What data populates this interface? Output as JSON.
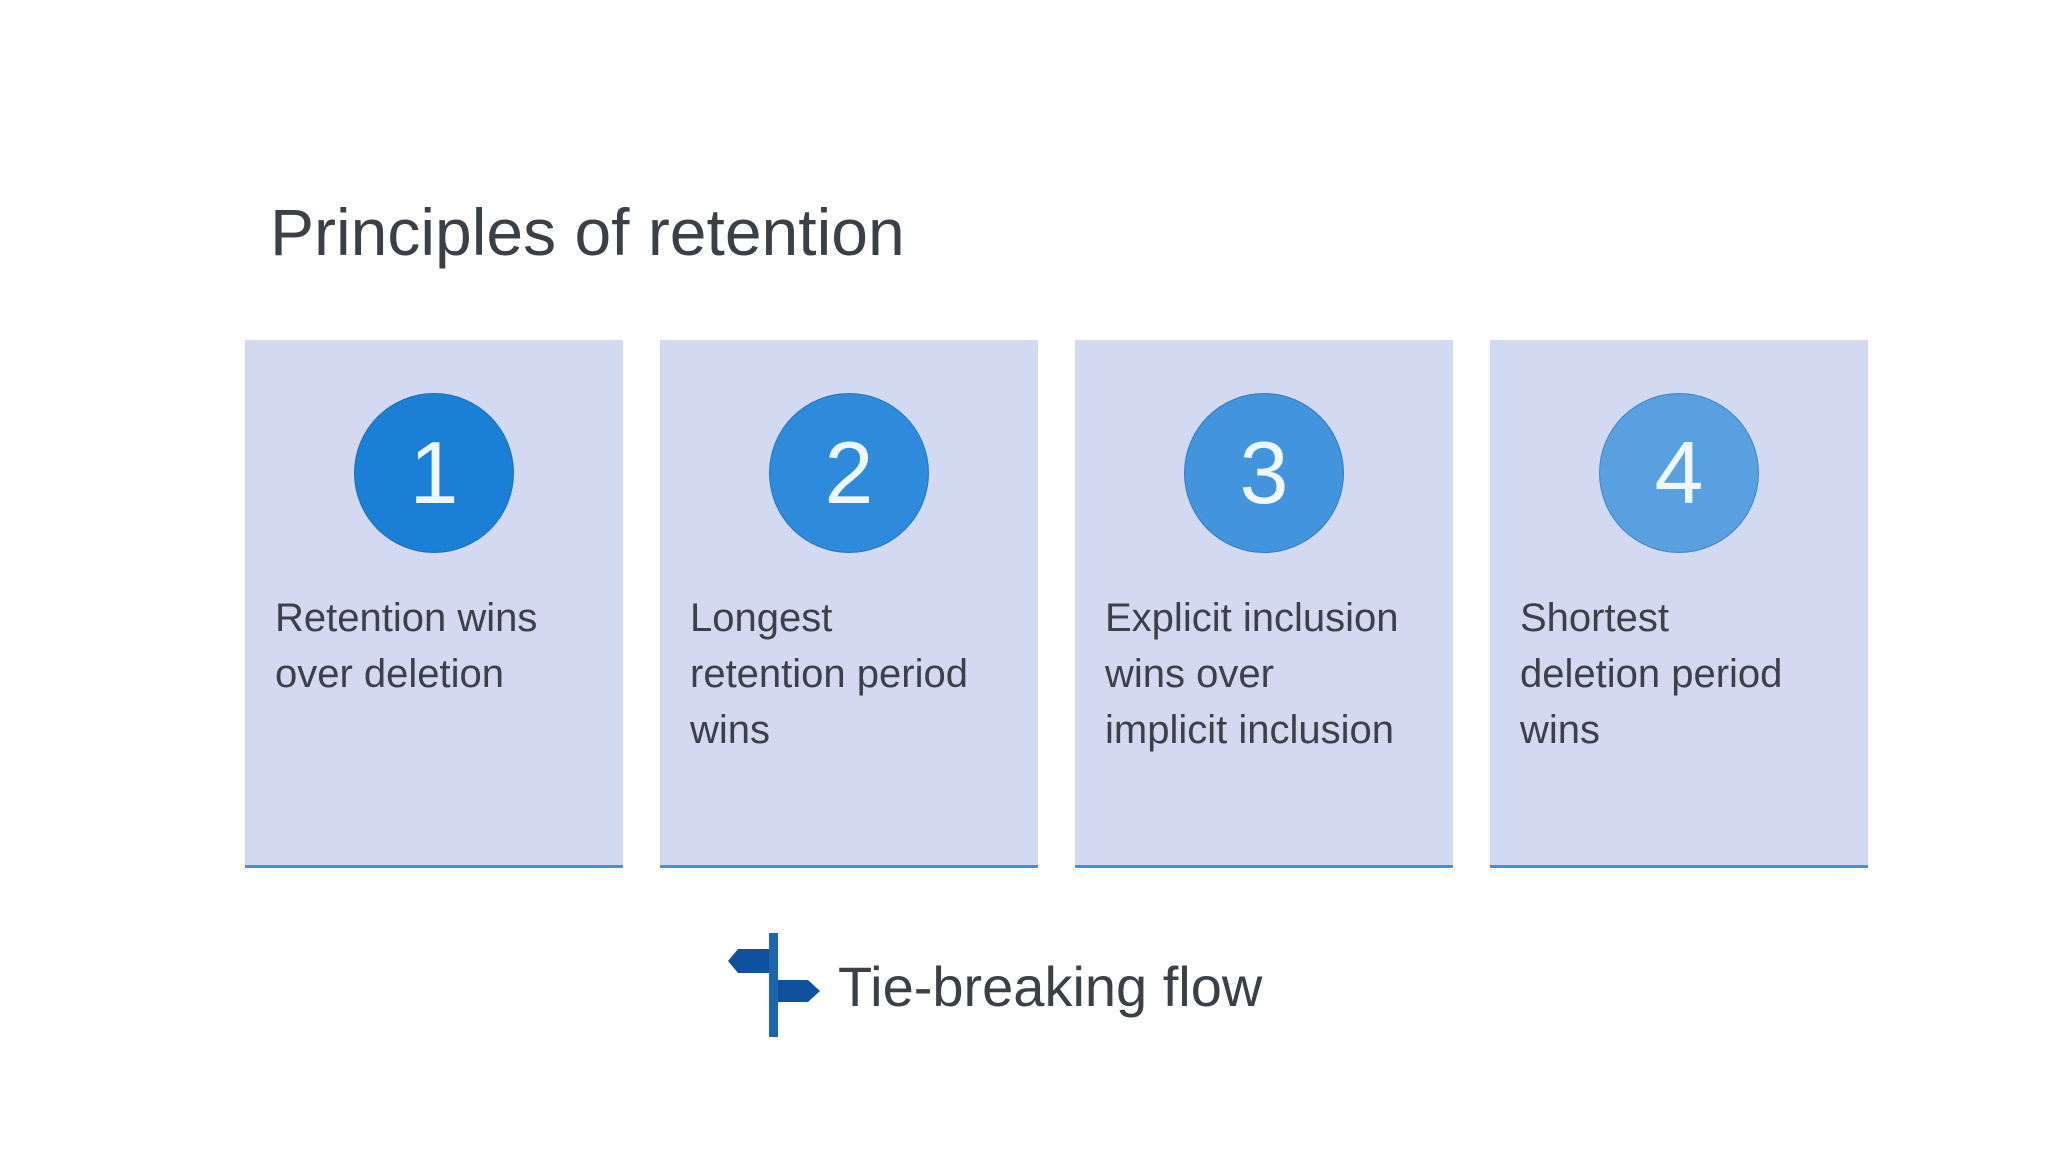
{
  "page": {
    "title": "Principles of retention",
    "background": "#ffffff"
  },
  "principles": [
    {
      "number": "1",
      "label": "Retention wins\nover deletion",
      "circle_color": "#1b80d5"
    },
    {
      "number": "2",
      "label": "Longest\nretention period\nwins",
      "circle_color": "#2e8ada"
    },
    {
      "number": "3",
      "label": "Explicit inclusion\nwins over\nimplicit inclusion",
      "circle_color": "#4294dd"
    },
    {
      "number": "4",
      "label": "Shortest\ndeletion period\nwins",
      "circle_color": "#59a0e0"
    }
  ],
  "footer": {
    "label": "Tie-breaking flow"
  },
  "colors": {
    "card_background": "#d3d9f0",
    "card_bottom_border": "#4a8fce",
    "title_text": "#3a4045",
    "card_text": "#3a4149",
    "circle_number_text": "#f1f6fb",
    "signpost_pole": "#1e66ac",
    "signpost_sign": "#0f519d"
  }
}
